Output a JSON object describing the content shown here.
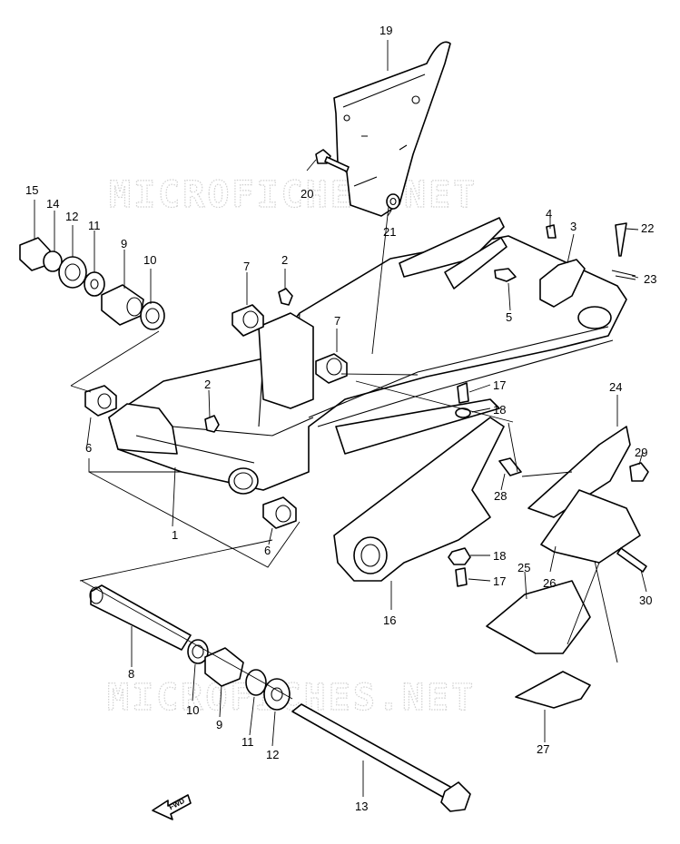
{
  "watermarks": [
    "MICROFICHES.NET",
    "MICROFICHES.NET"
  ],
  "direction_label": "FWD",
  "callouts": [
    "1",
    "2",
    "2",
    "3",
    "4",
    "5",
    "6",
    "6",
    "7",
    "7",
    "8",
    "9",
    "9",
    "10",
    "10",
    "11",
    "11",
    "12",
    "12",
    "13",
    "14",
    "15",
    "16",
    "17",
    "17",
    "18",
    "18",
    "19",
    "20",
    "21",
    "22",
    "23",
    "24",
    "25",
    "26",
    "27",
    "28",
    "29",
    "30"
  ]
}
